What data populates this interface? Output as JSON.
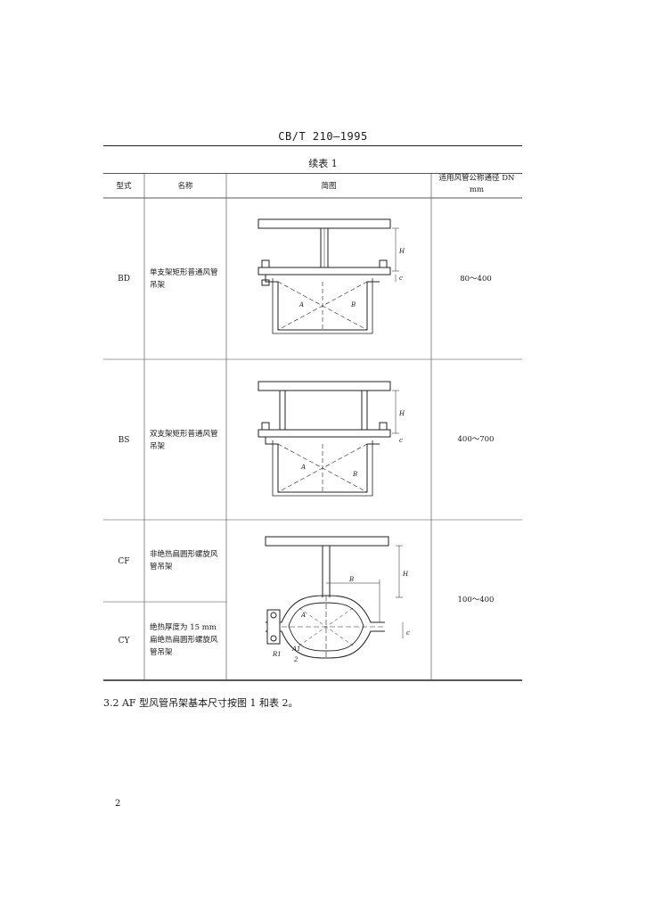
{
  "header": {
    "code": "CB/T 210—1995"
  },
  "table_title": "续表 1",
  "columns": {
    "type": "型式",
    "name": "名称",
    "diagram": "简图",
    "range_line1": "适用风管公称通径 DN",
    "range_line2": "mm"
  },
  "rows": [
    {
      "code": "BD",
      "name": "单支架矩形普通风管吊架",
      "range": "80～400"
    },
    {
      "code": "BS",
      "name": "双支架矩形普通风管吊架",
      "range": "400～700"
    },
    {
      "code": "CF",
      "name": "非绝热扁圆形螺旋风管吊架",
      "range": "100～400"
    },
    {
      "code": "CY",
      "name": "绝热厚度为 15 mm 扁绝热扁圆形螺旋风管吊架"
    }
  ],
  "dims": {
    "H": "H",
    "A": "A",
    "B": "B",
    "c": "c",
    "R1": "R1",
    "A1": "A1",
    "two": "2"
  },
  "footer": {
    "text": "3.2  AF 型风管吊架基本尺寸按图 1 和表 2。"
  },
  "page_number": "2"
}
